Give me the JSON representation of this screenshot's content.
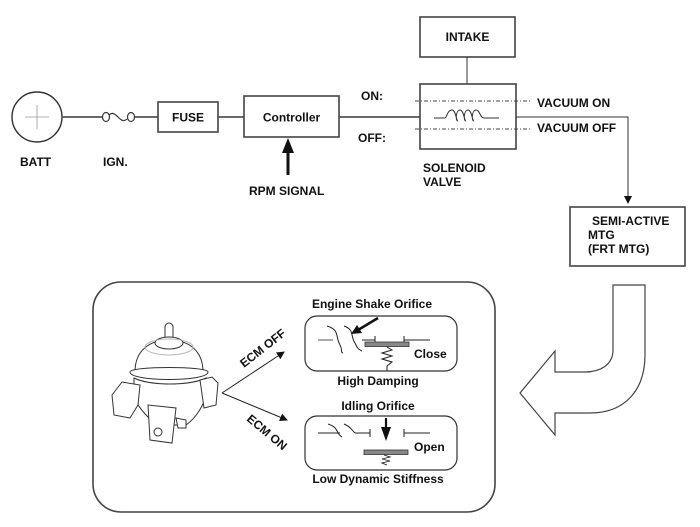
{
  "diagram": {
    "title": "Semi-Active Engine Mount Control System",
    "circuit": {
      "battery_label": "BATT",
      "ignition_label": "IGN.",
      "fuse_label": "FUSE",
      "controller_label": "Controller",
      "rpm_signal_label": "RPM SIGNAL",
      "intake_label": "INTAKE",
      "on_label": "ON:",
      "off_label": "OFF:",
      "vacuum_on_label": "VACUUM ON",
      "vacuum_off_label": "VACUUM OFF",
      "solenoid_label_line1": "SOLENOID",
      "solenoid_label_line2": "VALVE",
      "mount_label_line1": "SEMI-ACTIVE",
      "mount_label_line2": "MTG",
      "mount_label_line3": "(FRT MTG)"
    },
    "detail": {
      "ecm_off_label": "ECM OFF",
      "ecm_on_label": "ECM ON",
      "engine_shake": {
        "title": "Engine Shake Orifice",
        "state": "Close",
        "result": "High Damping"
      },
      "idling": {
        "title": "Idling Orifice",
        "state": "Open",
        "result": "Low Dynamic Stiffness"
      }
    },
    "icons": {
      "battery": "battery-symbol-icon",
      "ignition": "ignition-switch-icon",
      "coil": "solenoid-coil-icon",
      "mount": "engine-mount-illustration",
      "flow_arrow": "curved-flow-arrow-icon"
    }
  }
}
